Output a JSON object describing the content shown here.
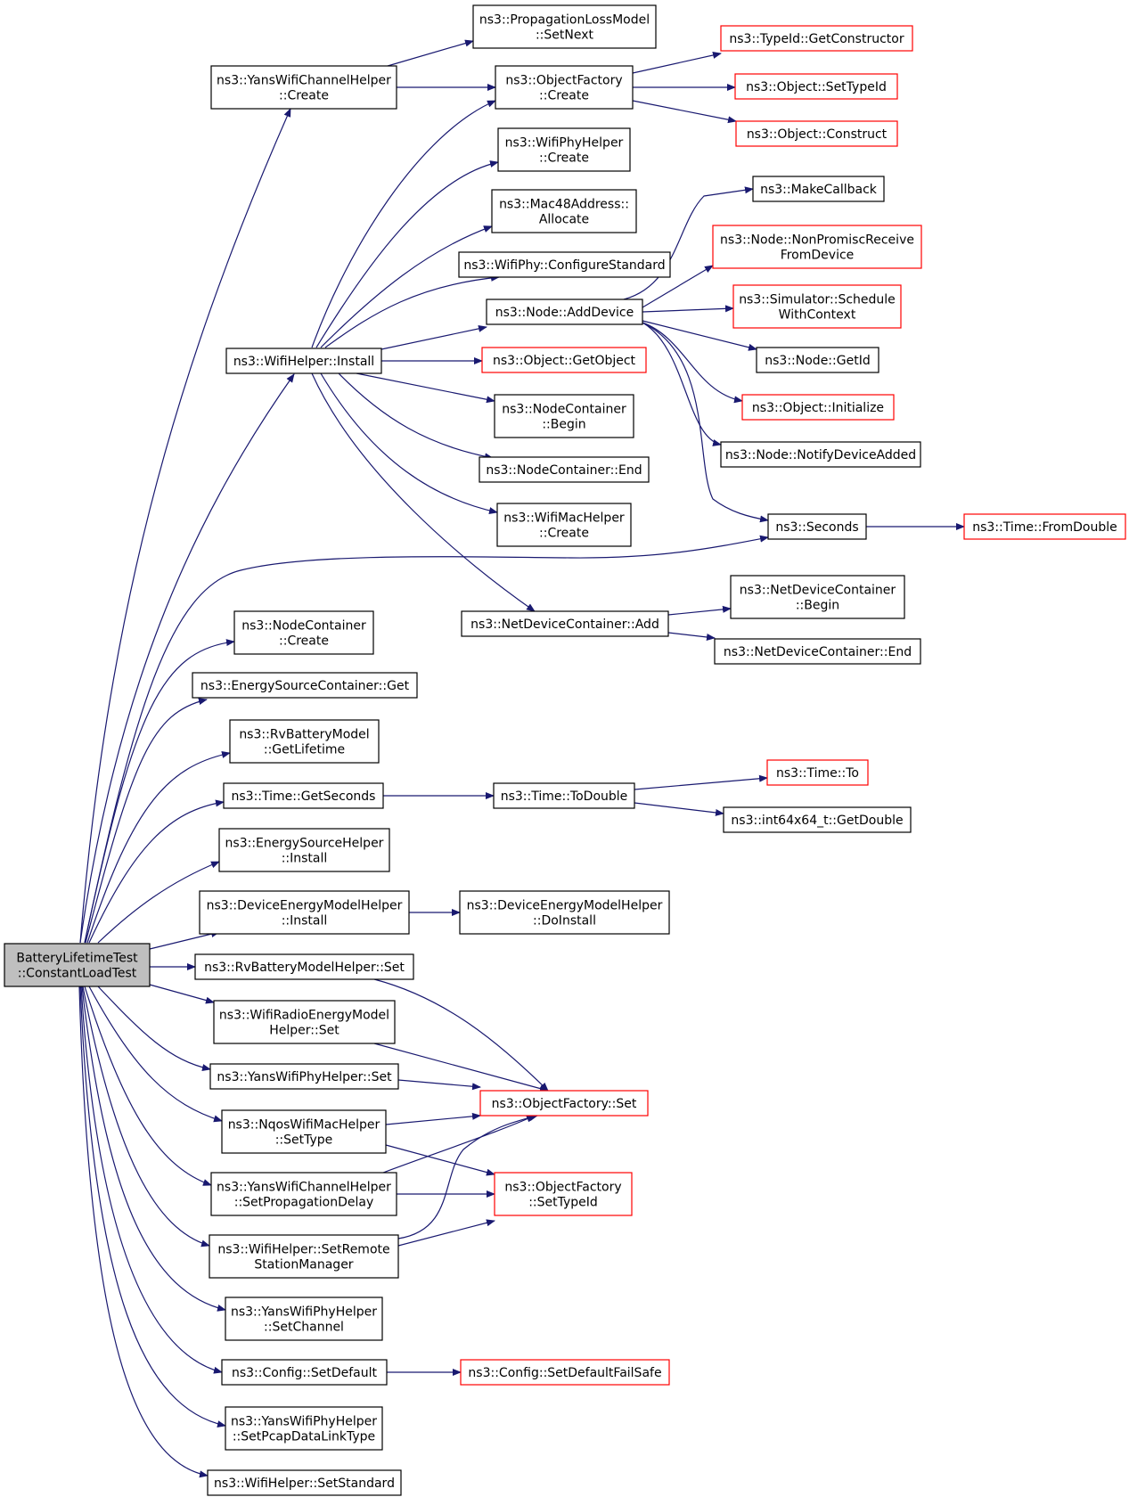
{
  "colors": {
    "edge": "#191970",
    "border_normal": "#000000",
    "border_truncated": "#ff0000",
    "root_fill": "#bfbfbf",
    "node_fill": "#ffffff"
  },
  "nodes": [
    {
      "id": "root",
      "lines": [
        "BatteryLifetimeTest",
        "::ConstantLoadTest"
      ],
      "style": "root"
    },
    {
      "id": "yans_ch_create",
      "lines": [
        "ns3::YansWifiChannelHelper",
        "::Create"
      ],
      "style": "normal"
    },
    {
      "id": "plm_setnext",
      "lines": [
        "ns3::PropagationLossModel",
        "::SetNext"
      ],
      "style": "normal"
    },
    {
      "id": "of_create",
      "lines": [
        "ns3::ObjectFactory",
        "::Create"
      ],
      "style": "normal"
    },
    {
      "id": "typeid_getctor",
      "lines": [
        "ns3::TypeId::GetConstructor"
      ],
      "style": "truncated"
    },
    {
      "id": "obj_settypeid",
      "lines": [
        "ns3::Object::SetTypeId"
      ],
      "style": "truncated"
    },
    {
      "id": "obj_construct",
      "lines": [
        "ns3::Object::Construct"
      ],
      "style": "truncated"
    },
    {
      "id": "wifiphyhelper_create",
      "lines": [
        "ns3::WifiPhyHelper",
        "::Create"
      ],
      "style": "normal"
    },
    {
      "id": "mac48_allocate",
      "lines": [
        "ns3::Mac48Address::",
        "Allocate"
      ],
      "style": "normal"
    },
    {
      "id": "wifiphy_configstd",
      "lines": [
        "ns3::WifiPhy::ConfigureStandard"
      ],
      "style": "normal"
    },
    {
      "id": "makecallback",
      "lines": [
        "ns3::MakeCallback"
      ],
      "style": "normal"
    },
    {
      "id": "node_nonpromisc",
      "lines": [
        "ns3::Node::NonPromiscReceive",
        "FromDevice"
      ],
      "style": "truncated"
    },
    {
      "id": "sim_schedule",
      "lines": [
        "ns3::Simulator::Schedule",
        "WithContext"
      ],
      "style": "truncated"
    },
    {
      "id": "node_adddevice",
      "lines": [
        "ns3::Node::AddDevice"
      ],
      "style": "normal"
    },
    {
      "id": "node_getid",
      "lines": [
        "ns3::Node::GetId"
      ],
      "style": "normal"
    },
    {
      "id": "wifihelper_install",
      "lines": [
        "ns3::WifiHelper::Install"
      ],
      "style": "normal"
    },
    {
      "id": "obj_getobject",
      "lines": [
        "ns3::Object::GetObject"
      ],
      "style": "truncated"
    },
    {
      "id": "obj_initialize",
      "lines": [
        "ns3::Object::Initialize"
      ],
      "style": "truncated"
    },
    {
      "id": "nc_begin",
      "lines": [
        "ns3::NodeContainer",
        "::Begin"
      ],
      "style": "normal"
    },
    {
      "id": "node_notifydevadded",
      "lines": [
        "ns3::Node::NotifyDeviceAdded"
      ],
      "style": "normal"
    },
    {
      "id": "nc_end",
      "lines": [
        "ns3::NodeContainer::End"
      ],
      "style": "normal"
    },
    {
      "id": "wifimac_create",
      "lines": [
        "ns3::WifiMacHelper",
        "::Create"
      ],
      "style": "normal"
    },
    {
      "id": "seconds",
      "lines": [
        "ns3::Seconds"
      ],
      "style": "normal"
    },
    {
      "id": "time_fromdouble",
      "lines": [
        "ns3::Time::FromDouble"
      ],
      "style": "truncated"
    },
    {
      "id": "ndc_begin",
      "lines": [
        "ns3::NetDeviceContainer",
        "::Begin"
      ],
      "style": "normal"
    },
    {
      "id": "nc_create",
      "lines": [
        "ns3::NodeContainer",
        "::Create"
      ],
      "style": "normal"
    },
    {
      "id": "ndc_add",
      "lines": [
        "ns3::NetDeviceContainer::Add"
      ],
      "style": "normal"
    },
    {
      "id": "ndc_end",
      "lines": [
        "ns3::NetDeviceContainer::End"
      ],
      "style": "normal"
    },
    {
      "id": "esc_get",
      "lines": [
        "ns3::EnergySourceContainer::Get"
      ],
      "style": "normal"
    },
    {
      "id": "rv_getlifetime",
      "lines": [
        "ns3::RvBatteryModel",
        "::GetLifetime"
      ],
      "style": "normal"
    },
    {
      "id": "time_to",
      "lines": [
        "ns3::Time::To"
      ],
      "style": "truncated"
    },
    {
      "id": "time_getseconds",
      "lines": [
        "ns3::Time::GetSeconds"
      ],
      "style": "normal"
    },
    {
      "id": "time_todouble",
      "lines": [
        "ns3::Time::ToDouble"
      ],
      "style": "normal"
    },
    {
      "id": "int64_getdouble",
      "lines": [
        "ns3::int64x64_t::GetDouble"
      ],
      "style": "normal"
    },
    {
      "id": "esh_install",
      "lines": [
        "ns3::EnergySourceHelper",
        "::Install"
      ],
      "style": "normal"
    },
    {
      "id": "demh_install",
      "lines": [
        "ns3::DeviceEnergyModelHelper",
        "::Install"
      ],
      "style": "normal"
    },
    {
      "id": "demh_doinstall",
      "lines": [
        "ns3::DeviceEnergyModelHelper",
        "::DoInstall"
      ],
      "style": "normal"
    },
    {
      "id": "rvh_set",
      "lines": [
        "ns3::RvBatteryModelHelper::Set"
      ],
      "style": "normal"
    },
    {
      "id": "wremh_set",
      "lines": [
        "ns3::WifiRadioEnergyModel",
        "Helper::Set"
      ],
      "style": "normal"
    },
    {
      "id": "ywph_set",
      "lines": [
        "ns3::YansWifiPhyHelper::Set"
      ],
      "style": "normal"
    },
    {
      "id": "of_set",
      "lines": [
        "ns3::ObjectFactory::Set"
      ],
      "style": "truncated"
    },
    {
      "id": "nqos_settype",
      "lines": [
        "ns3::NqosWifiMacHelper",
        "::SetType"
      ],
      "style": "normal"
    },
    {
      "id": "ywch_setpropdelay",
      "lines": [
        "ns3::YansWifiChannelHelper",
        "::SetPropagationDelay"
      ],
      "style": "normal"
    },
    {
      "id": "of_settypeid",
      "lines": [
        "ns3::ObjectFactory",
        "::SetTypeId"
      ],
      "style": "truncated"
    },
    {
      "id": "wh_setremote",
      "lines": [
        "ns3::WifiHelper::SetRemote",
        "StationManager"
      ],
      "style": "normal"
    },
    {
      "id": "ywph_setchannel",
      "lines": [
        "ns3::YansWifiPhyHelper",
        "::SetChannel"
      ],
      "style": "normal"
    },
    {
      "id": "cfg_setdefault",
      "lines": [
        "ns3::Config::SetDefault"
      ],
      "style": "normal"
    },
    {
      "id": "cfg_setdefaultfs",
      "lines": [
        "ns3::Config::SetDefaultFailSafe"
      ],
      "style": "truncated"
    },
    {
      "id": "ywph_setpcap",
      "lines": [
        "ns3::YansWifiPhyHelper",
        "::SetPcapDataLinkType"
      ],
      "style": "normal"
    },
    {
      "id": "wh_setstandard",
      "lines": [
        "ns3::WifiHelper::SetStandard"
      ],
      "style": "normal"
    }
  ]
}
